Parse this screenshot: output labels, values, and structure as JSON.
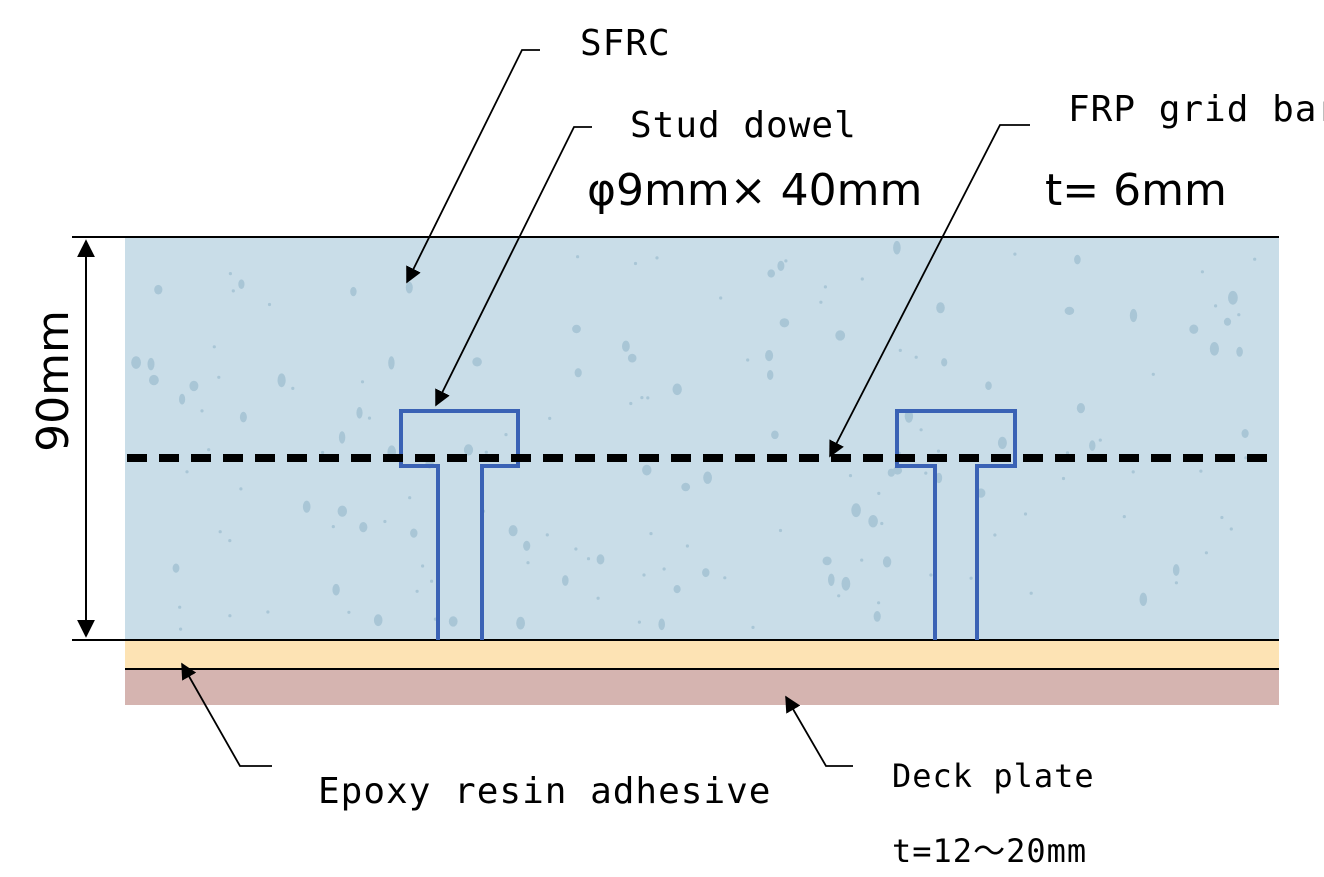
{
  "labels": {
    "sfrc": "SFRC",
    "stud_dowel": "Stud dowel",
    "stud_dowel_size": "φ9mm× 40mm",
    "frp_grid_bar": "FRP grid bar",
    "frp_thickness": "t= 6mm",
    "slab_depth": "90mm",
    "epoxy": "Epoxy resin adhesive",
    "deck_plate": "Deck plate",
    "deck_thickness": "t=12～20mm"
  },
  "colors": {
    "sfrc_fill": "#c9dde8",
    "aggregate": "#a9c6d6",
    "epoxy_fill": "#fde3b4",
    "deck_fill": "#d5b4b0",
    "stud_stroke": "#3a62b5",
    "line": "#000000"
  }
}
